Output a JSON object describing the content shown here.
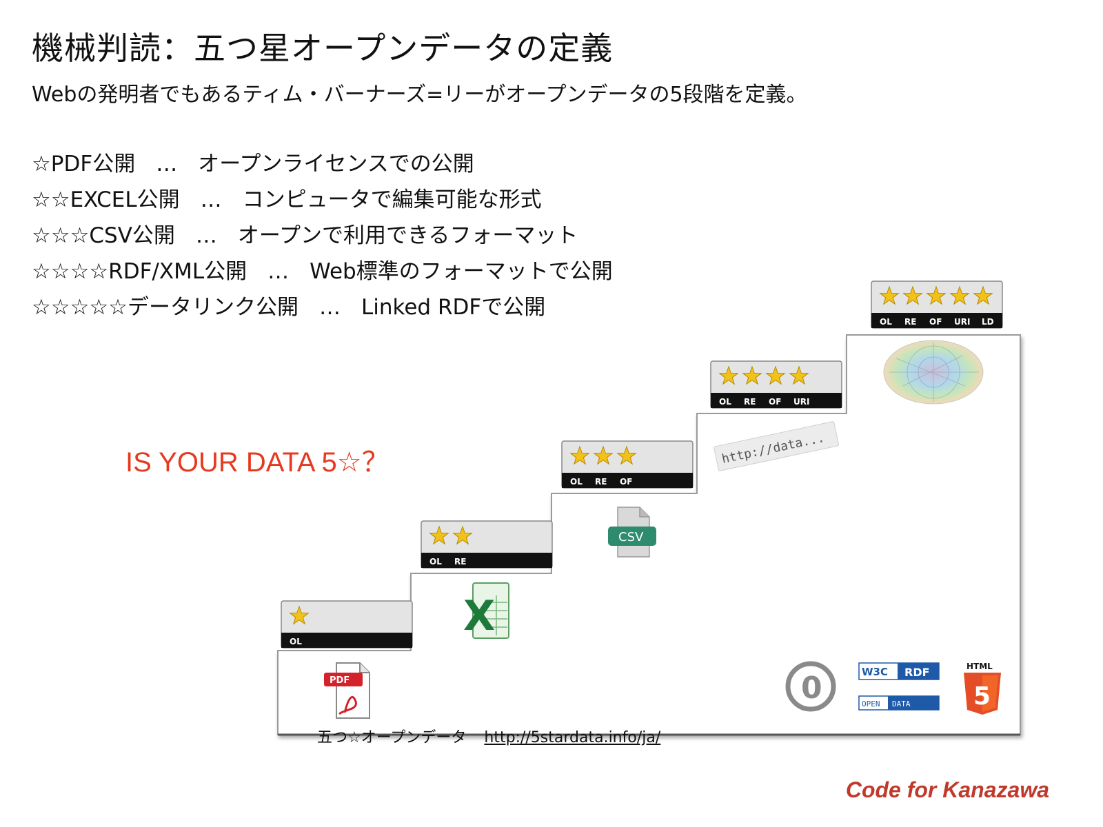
{
  "title": "機械判読：五つ星オープンデータの定義",
  "subtitle": "Webの発明者でもあるティム・バーナーズ=リーがオープンデータの5段階を定義。",
  "levels": [
    {
      "stars": "☆",
      "name": "PDF公開",
      "sep": "…",
      "desc": "オープンライセンスでの公開"
    },
    {
      "stars": "☆☆",
      "name": "EXCEL公開",
      "sep": "…",
      "desc": "コンピュータで編集可能な形式"
    },
    {
      "stars": "☆☆☆",
      "name": "CSV公開",
      "sep": "…",
      "desc": "オープンで利用できるフォーマット"
    },
    {
      "stars": "☆☆☆☆",
      "name": "RDF/XML公開",
      "sep": "…",
      "desc": "Web標準のフォーマットで公開"
    },
    {
      "stars": "☆☆☆☆☆",
      "name": "データリンク公開",
      "sep": "…",
      "desc": "Linked RDFで公開"
    }
  ],
  "slogan": "IS YOUR DATA 5☆？",
  "figure": {
    "badges": [
      {
        "labels": [
          "OL"
        ]
      },
      {
        "labels": [
          "OL",
          "RE"
        ]
      },
      {
        "labels": [
          "OL",
          "RE",
          "OF"
        ]
      },
      {
        "labels": [
          "OL",
          "RE",
          "OF",
          "URI"
        ]
      },
      {
        "labels": [
          "OL",
          "RE",
          "OF",
          "URI",
          "LD"
        ]
      }
    ],
    "pdf_label": "PDF",
    "excel_label": "X",
    "csv_label": "CSV",
    "uri_text": "http://data...",
    "cc_zero": "0",
    "w3c_label": "W3C",
    "rdf_label": "RDF",
    "open_label": "OPEN",
    "data_label": "DATA",
    "html_label": "HTML",
    "html5_label": "5"
  },
  "footer": {
    "caption": "五つ☆オープンデータ",
    "url": "http://5stardata.info/ja/"
  },
  "brand": "Code for Kanazawa",
  "colors": {
    "slogan": "#e53a1f",
    "brand": "#c0392b",
    "star": "#f2c21a",
    "badge_bar": "#111111",
    "html5": "#e44d26",
    "csv": "#2e8b6e",
    "excel": "#1d7a3a"
  }
}
